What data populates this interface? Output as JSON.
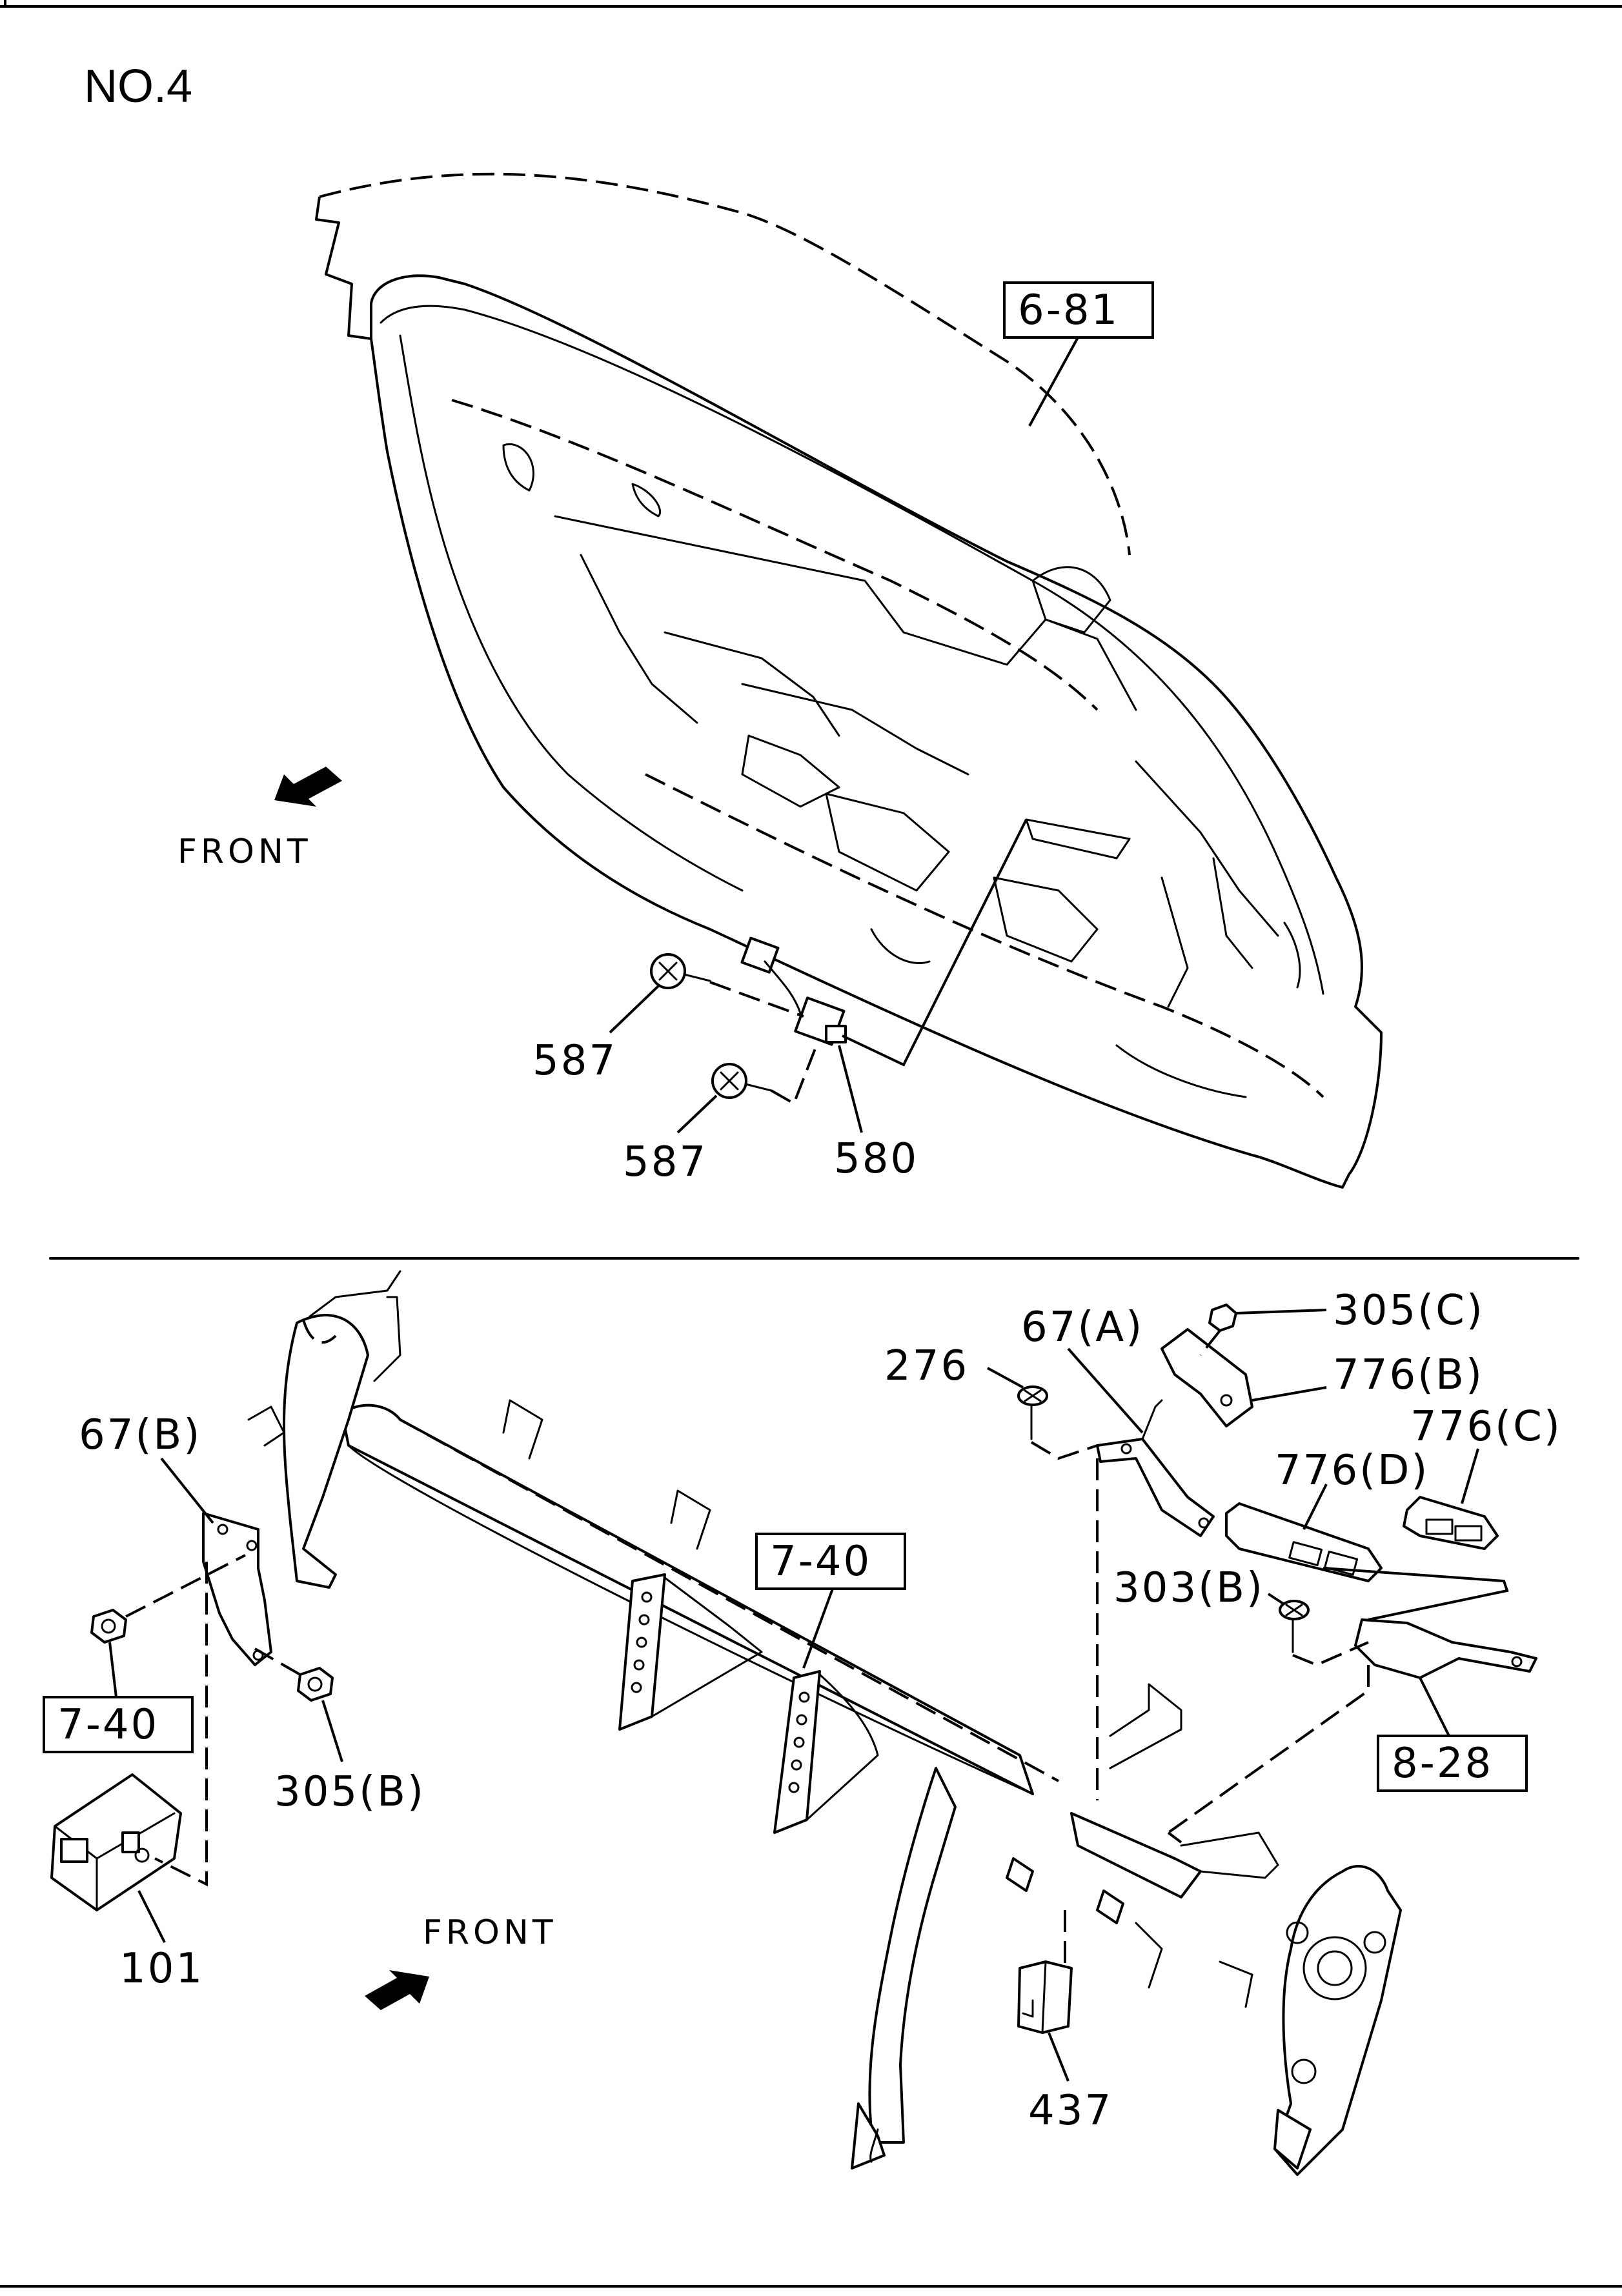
{
  "diagram": {
    "title": "NO.4",
    "front_label": "FRONT",
    "upper_panel": {
      "ref_box": "6-81",
      "callouts": [
        "587",
        "587",
        "580"
      ]
    },
    "lower_panel": {
      "ref_boxes": [
        "7-40",
        "7-40",
        "8-28"
      ],
      "callouts": {
        "c_67b": "67(B)",
        "c_305b": "305(B)",
        "c_101": "101",
        "c_276": "276",
        "c_67a": "67(A)",
        "c_305c": "305(C)",
        "c_776b": "776(B)",
        "c_776c": "776(C)",
        "c_776d": "776(D)",
        "c_303b": "303(B)",
        "c_437": "437"
      }
    }
  }
}
